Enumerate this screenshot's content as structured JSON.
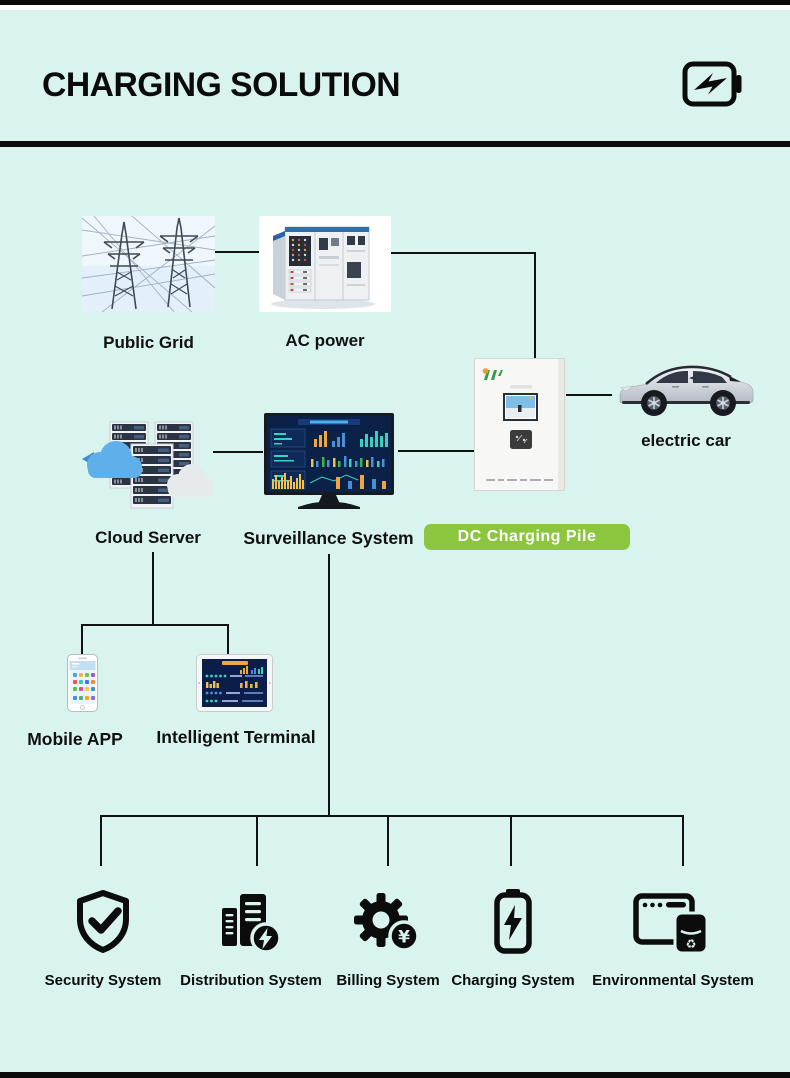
{
  "header": {
    "title": "CHARGING SOLUTION"
  },
  "colors": {
    "background": "#d9f4ee",
    "badge_green": "#8cc63e",
    "ink": "#0c0c0c"
  },
  "nodes": {
    "public_grid": {
      "label": "Public Grid"
    },
    "ac_power": {
      "label": "AC power"
    },
    "electric_car": {
      "label": "electric car"
    },
    "cloud_server": {
      "label": "Cloud Server"
    },
    "surveillance_system": {
      "label": "Surveillance System"
    },
    "dc_charging_pile": {
      "label": "DC Charging Pile"
    },
    "mobile_app": {
      "label": "Mobile APP"
    },
    "intelligent_terminal": {
      "label": "Intelligent Terminal"
    }
  },
  "subsystems": [
    {
      "label": "Security System",
      "icon": "shield-check-icon"
    },
    {
      "label": "Distribution System",
      "icon": "power-distribution-icon"
    },
    {
      "label": "Billing System",
      "icon": "gear-yuan-icon"
    },
    {
      "label": "Charging System",
      "icon": "battery-lightning-icon"
    },
    {
      "label": "Environmental System",
      "icon": "monitor-recycle-icon"
    }
  ]
}
